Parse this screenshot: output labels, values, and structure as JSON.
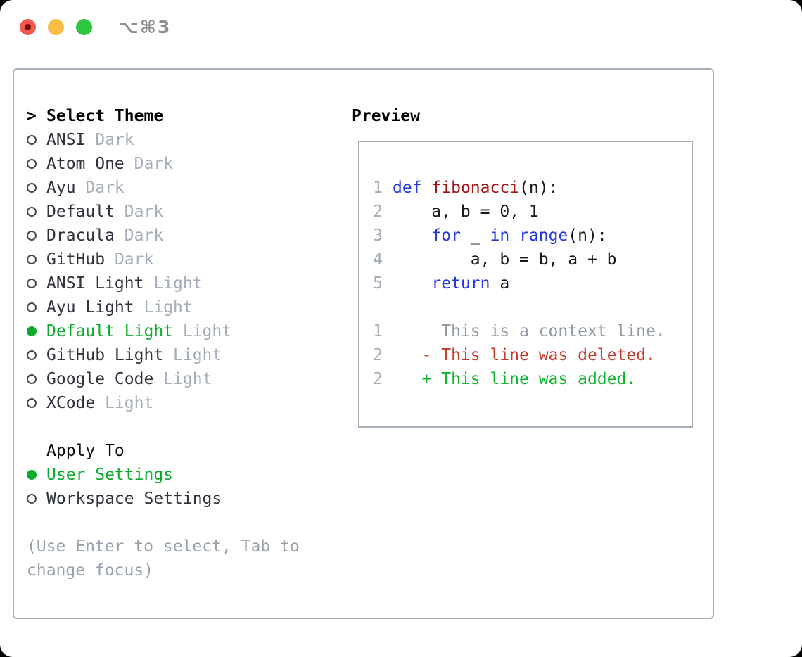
{
  "window": {
    "title": "⌥⌘3",
    "traffic_lights": [
      {
        "name": "close",
        "color": "#f4574c",
        "has_dot": true
      },
      {
        "name": "minimize",
        "color": "#f8bd45",
        "has_dot": false
      },
      {
        "name": "zoom",
        "color": "#2dc63e",
        "has_dot": false
      }
    ]
  },
  "colors": {
    "panel_border": "#a6afbb",
    "selected_green": "#0cab2e",
    "keyword_blue": "#2438df",
    "function_red": "#a31515",
    "deleted_red": "#c13a2a",
    "added_green": "#0db32c",
    "context_gray": "#8f98a1",
    "line_number_gray": "#a4adb8",
    "variant_gray": "#a4adba",
    "hint_gray": "#98a2ad"
  },
  "theme_panel": {
    "items": [
      {
        "marker": "focus",
        "label": "Select Theme",
        "variant": "",
        "style": "header"
      },
      {
        "marker": "ring",
        "label": "ANSI",
        "variant": "Dark",
        "style": "item"
      },
      {
        "marker": "ring",
        "label": "Atom One",
        "variant": "Dark",
        "style": "item"
      },
      {
        "marker": "ring",
        "label": "Ayu",
        "variant": "Dark",
        "style": "item"
      },
      {
        "marker": "ring",
        "label": "Default",
        "variant": "Dark",
        "style": "item"
      },
      {
        "marker": "ring",
        "label": "Dracula",
        "variant": "Dark",
        "style": "item"
      },
      {
        "marker": "ring",
        "label": "GitHub",
        "variant": "Dark",
        "style": "item"
      },
      {
        "marker": "ring",
        "label": "ANSI Light",
        "variant": "Light",
        "style": "item"
      },
      {
        "marker": "ring",
        "label": "Ayu Light",
        "variant": "Light",
        "style": "item"
      },
      {
        "marker": "dot",
        "label": "Default Light",
        "variant": "Light",
        "style": "selected"
      },
      {
        "marker": "ring",
        "label": "GitHub Light",
        "variant": "Light",
        "style": "item"
      },
      {
        "marker": "ring",
        "label": "Google Code",
        "variant": "Light",
        "style": "item"
      },
      {
        "marker": "ring",
        "label": "XCode",
        "variant": "Light",
        "style": "item"
      },
      {
        "marker": "none",
        "label": "",
        "variant": "",
        "style": "blank"
      },
      {
        "marker": "none",
        "label": "Apply To",
        "variant": "",
        "style": "subheader"
      },
      {
        "marker": "dot",
        "label": "User Settings",
        "variant": "",
        "style": "selected"
      },
      {
        "marker": "ring",
        "label": "Workspace Settings",
        "variant": "",
        "style": "item"
      },
      {
        "marker": "none",
        "label": "",
        "variant": "",
        "style": "blank"
      },
      {
        "marker": "bare",
        "label": "(Use Enter to select, Tab to",
        "variant": "",
        "style": "hint"
      },
      {
        "marker": "bare",
        "label": "change focus)",
        "variant": "",
        "style": "hint"
      }
    ]
  },
  "preview": {
    "header": "Preview",
    "lines": [
      {
        "num": "",
        "tokens": []
      },
      {
        "num": "1",
        "tokens": [
          [
            "kw",
            "def"
          ],
          [
            "tx",
            " "
          ],
          [
            "fn",
            "fibonacci"
          ],
          [
            "tx",
            "(n):"
          ]
        ]
      },
      {
        "num": "2",
        "tokens": [
          [
            "tx",
            "    a, b = 0, 1"
          ]
        ]
      },
      {
        "num": "3",
        "tokens": [
          [
            "tx",
            "    "
          ],
          [
            "kw",
            "for"
          ],
          [
            "tx",
            " _ "
          ],
          [
            "kw",
            "in"
          ],
          [
            "tx",
            " "
          ],
          [
            "kw",
            "range"
          ],
          [
            "tx",
            "(n):"
          ]
        ]
      },
      {
        "num": "4",
        "tokens": [
          [
            "tx",
            "        a, b = b, a + b"
          ]
        ]
      },
      {
        "num": "5",
        "tokens": [
          [
            "tx",
            "    "
          ],
          [
            "kw",
            "return"
          ],
          [
            "tx",
            " a"
          ]
        ]
      },
      {
        "num": "",
        "tokens": []
      },
      {
        "num": "1",
        "tokens": [
          [
            "ctx",
            "     This is a context line."
          ]
        ]
      },
      {
        "num": "2",
        "tokens": [
          [
            "del",
            "   - This line was deleted."
          ]
        ]
      },
      {
        "num": "2",
        "tokens": [
          [
            "add",
            "   + This line was added."
          ]
        ]
      },
      {
        "num": "",
        "tokens": []
      }
    ]
  }
}
